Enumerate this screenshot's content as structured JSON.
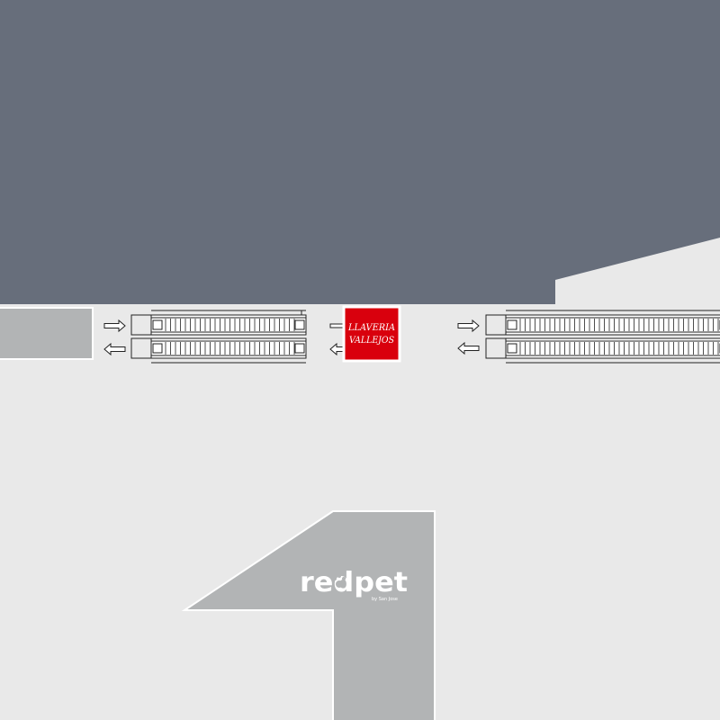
{
  "map": {
    "colors": {
      "floor": "#e9e9e9",
      "building_block": "#676e7b",
      "store_gray": "#b2b4b5",
      "store_red": "#d9000d",
      "outline": "#ffffff",
      "escalator_line": "#222222"
    },
    "stores": {
      "left_store": {
        "label": ""
      },
      "llaveria": {
        "label_line1": "LLAVERIA",
        "label_line2": "VALLEJOS",
        "icon": "store-logo"
      },
      "redpet": {
        "logo_text": "redpet",
        "tagline": "by San Jose",
        "icon": "paw-print-icon"
      }
    },
    "escalators": [
      {
        "name": "escalator-left-pair",
        "arrows": [
          "arrow-right-icon",
          "arrow-left-icon"
        ]
      },
      {
        "name": "escalator-right-pair",
        "arrows": [
          "arrow-right-icon",
          "arrow-left-icon"
        ]
      }
    ]
  }
}
